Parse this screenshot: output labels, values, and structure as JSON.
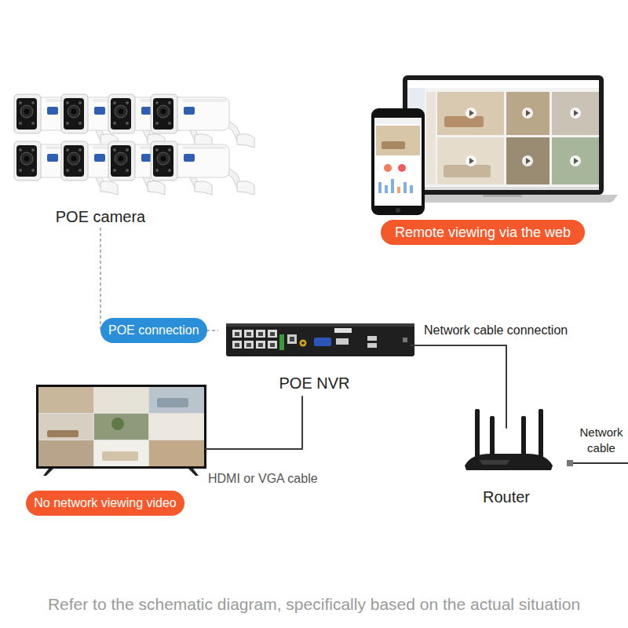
{
  "diagram": {
    "caption": "Refer to the schematic diagram, specifically based on the actual situation",
    "nodes": [
      {
        "text": [
          "POE camera"
        ]
      },
      {
        "text": [
          "Remote viewing via the web"
        ]
      },
      {
        "text": [
          "POE NVR"
        ]
      },
      {
        "text": [
          "No network viewing video"
        ]
      },
      {
        "text": [
          "Router"
        ]
      }
    ],
    "edges": [
      {
        "from": 0,
        "to": 2,
        "arrow": "none",
        "label": "POE connection"
      },
      {
        "from": 2,
        "to": 4,
        "arrow": "none",
        "label": "Network cable connection"
      },
      {
        "from": 2,
        "to": 3,
        "arrow": "none",
        "label": "HDMI or VGA cable"
      }
    ],
    "labels": [
      "Network cable"
    ]
  }
}
